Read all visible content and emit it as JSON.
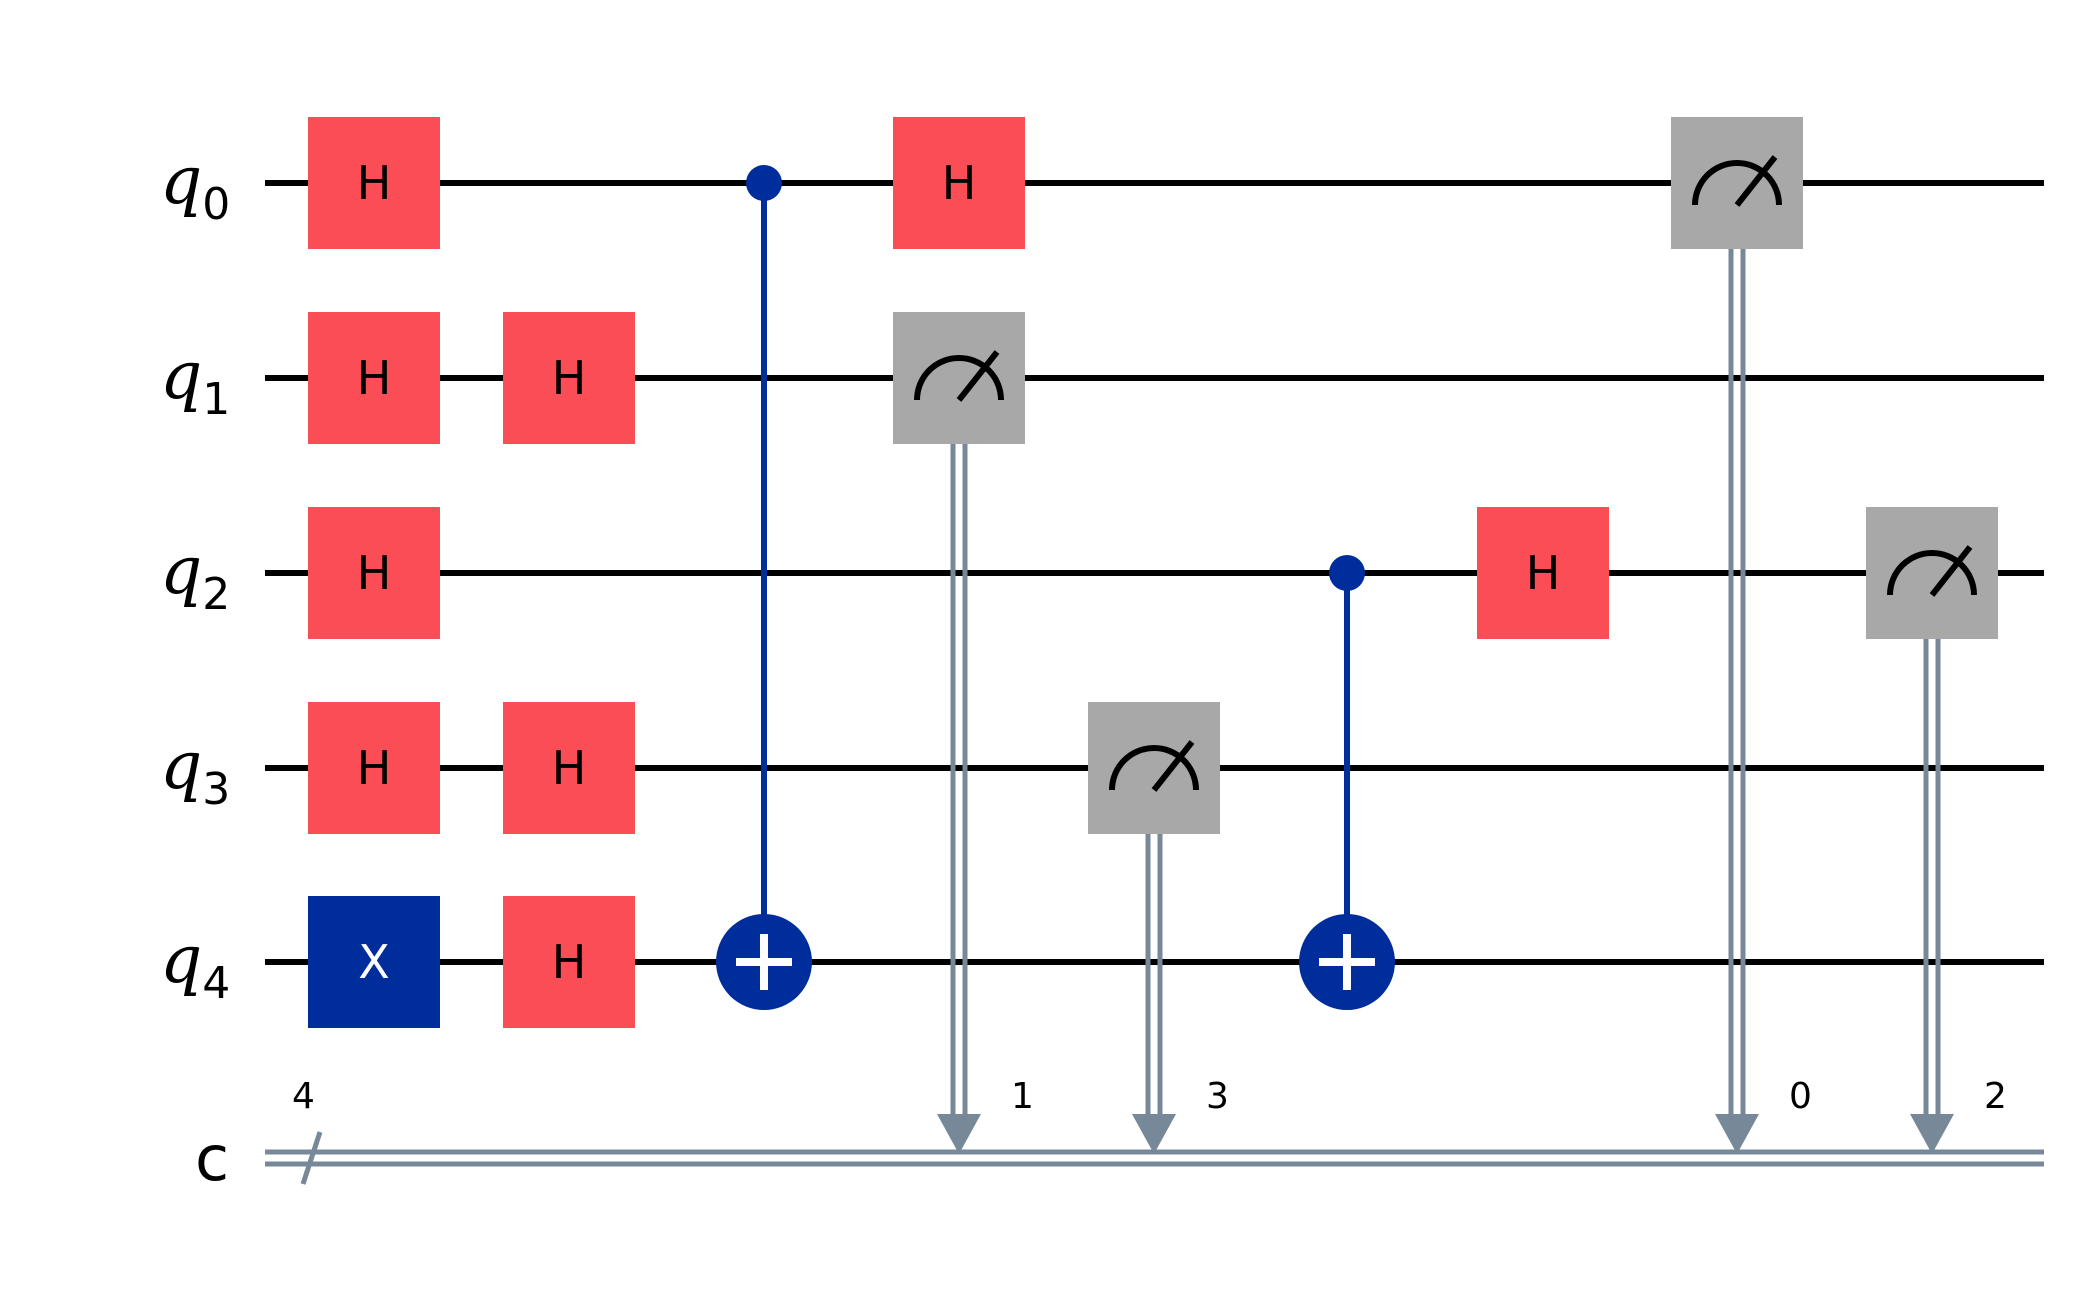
{
  "qubits": [
    {
      "name": "q",
      "index": "0"
    },
    {
      "name": "q",
      "index": "1"
    },
    {
      "name": "q",
      "index": "2"
    },
    {
      "name": "q",
      "index": "3"
    },
    {
      "name": "q",
      "index": "4"
    }
  ],
  "classical_register": {
    "name": "c",
    "size": "4"
  },
  "colors": {
    "h_gate": "#fa4d56",
    "x_gate": "#002d9c",
    "cnot": "#002d9c",
    "measure": "#a8a8a8",
    "classical_wire": "#778899",
    "wire": "#000000"
  },
  "gates": [
    {
      "type": "H",
      "label": "H",
      "qubit": 0,
      "column": 0
    },
    {
      "type": "H",
      "label": "H",
      "qubit": 1,
      "column": 0
    },
    {
      "type": "H",
      "label": "H",
      "qubit": 2,
      "column": 0
    },
    {
      "type": "H",
      "label": "H",
      "qubit": 3,
      "column": 0
    },
    {
      "type": "X",
      "label": "X",
      "qubit": 4,
      "column": 0
    },
    {
      "type": "H",
      "label": "H",
      "qubit": 1,
      "column": 1
    },
    {
      "type": "H",
      "label": "H",
      "qubit": 3,
      "column": 1
    },
    {
      "type": "H",
      "label": "H",
      "qubit": 4,
      "column": 1
    },
    {
      "type": "CX",
      "control": 0,
      "target": 4,
      "column": 2
    },
    {
      "type": "H",
      "label": "H",
      "qubit": 0,
      "column": 3
    },
    {
      "type": "MEASURE",
      "qubit": 1,
      "clbit": "1",
      "column": 3
    },
    {
      "type": "MEASURE",
      "qubit": 3,
      "clbit": "3",
      "column": 4
    },
    {
      "type": "CX",
      "control": 2,
      "target": 4,
      "column": 5
    },
    {
      "type": "H",
      "label": "H",
      "qubit": 2,
      "column": 6
    },
    {
      "type": "MEASURE",
      "qubit": 0,
      "clbit": "0",
      "column": 7
    },
    {
      "type": "MEASURE",
      "qubit": 2,
      "clbit": "2",
      "column": 8
    }
  ]
}
